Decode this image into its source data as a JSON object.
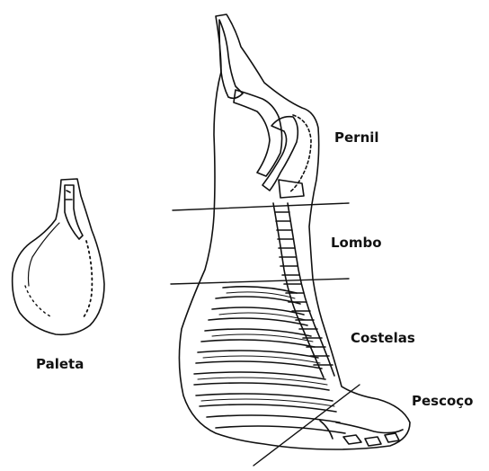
{
  "labels": {
    "pernil": "Pernil",
    "lombo": "Lombo",
    "costelas": "Costelas",
    "pescoco": "Pescoço",
    "paleta": "Paleta"
  },
  "colors": {
    "line": "#111111",
    "background": "#ffffff"
  }
}
